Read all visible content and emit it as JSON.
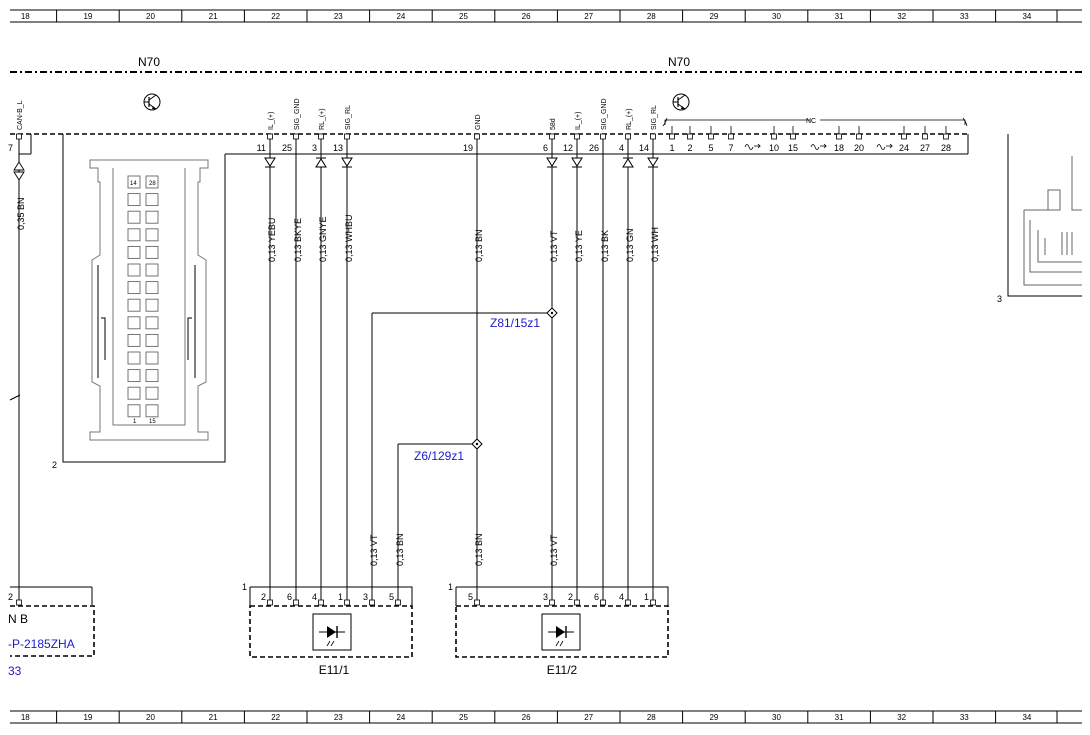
{
  "grid_columns": [
    "18",
    "19",
    "20",
    "21",
    "22",
    "23",
    "24",
    "25",
    "26",
    "27",
    "28",
    "29",
    "30",
    "31",
    "32",
    "33",
    "34"
  ],
  "module_label": "N70",
  "module_label_right": "N70",
  "left": {
    "signal": "CAN-B_L",
    "pin": "7",
    "wire": "0,35 BN",
    "connector_pin": "2",
    "partial_text": "N B",
    "ref_text": "-P-2185ZHA",
    "ref_num": "33"
  },
  "connector": {
    "top_pins": [
      "14",
      "28"
    ],
    "bottom_pins": [
      "1",
      "15"
    ],
    "frame_label": "2"
  },
  "signals": [
    {
      "pin": "11",
      "sig": "IL_(+)",
      "wire": "0,13 YEBU",
      "dir": "down"
    },
    {
      "pin": "25",
      "sig": "SIG_GND",
      "wire": "0,13 BKYE",
      "dir": "none"
    },
    {
      "pin": "3",
      "sig": "RL_(+)",
      "wire": "0,13 GNYE",
      "dir": "up"
    },
    {
      "pin": "13",
      "sig": "SIG_RL",
      "wire": "0,13 WHBU",
      "dir": "down"
    },
    {
      "pin": "19",
      "sig": "GND",
      "wire": "0,13 BN",
      "dir": "none"
    },
    {
      "pin": "6",
      "sig": "58d",
      "wire": "0,13 VT",
      "dir": "down"
    },
    {
      "pin": "12",
      "sig": "IL_(+)",
      "wire": "0,13 YE",
      "dir": "down"
    },
    {
      "pin": "26",
      "sig": "SIG_GND",
      "wire": "0,13 BK",
      "dir": "none"
    },
    {
      "pin": "4",
      "sig": "RL_(+)",
      "wire": "0,13 GN",
      "dir": "up"
    },
    {
      "pin": "14",
      "sig": "SIG_RL",
      "wire": "0,13 WH",
      "dir": "down"
    }
  ],
  "nc": {
    "label": "NC",
    "pins": [
      "1",
      "2",
      "5",
      "7",
      "10",
      "15",
      "18",
      "20",
      "24",
      "27",
      "28"
    ]
  },
  "nodes": [
    {
      "label": "Z81/15z1"
    },
    {
      "label": "Z6/129z1"
    }
  ],
  "branch_wires": [
    {
      "wire": "0,13 VT"
    },
    {
      "wire": "0,13 BN"
    },
    {
      "wire": "0,13 BN"
    },
    {
      "wire": "0,13 VT"
    }
  ],
  "e11_1": {
    "name": "E11/1",
    "corner": "1",
    "pins": [
      "2",
      "6",
      "4",
      "1",
      "3",
      "5"
    ]
  },
  "e11_2": {
    "name": "E11/2",
    "corner": "1",
    "pins": [
      "5",
      "3",
      "2",
      "6",
      "4",
      "1"
    ]
  },
  "right_frame_label": "3"
}
